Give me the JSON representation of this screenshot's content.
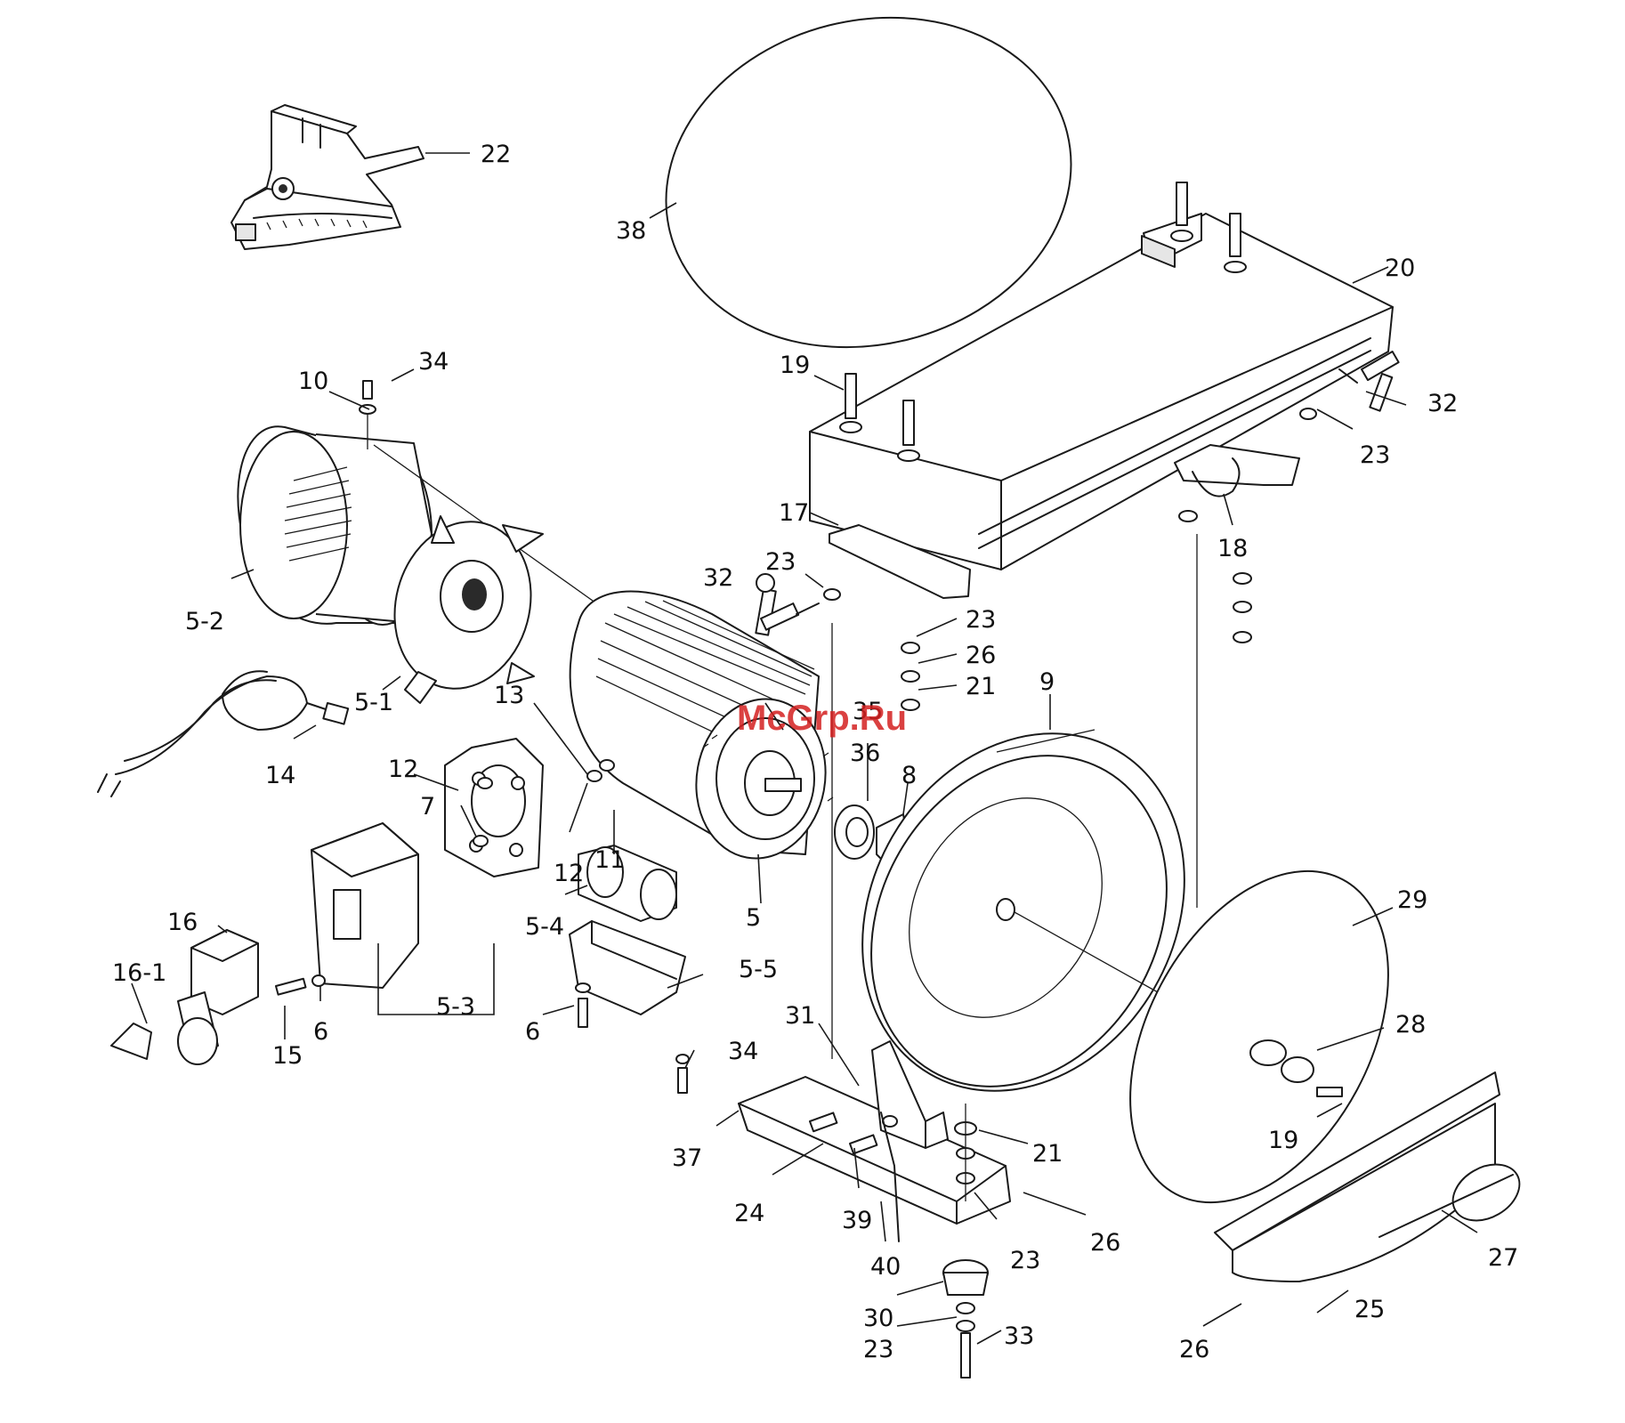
{
  "watermark": "McGrp.Ru",
  "callouts": [
    {
      "id": "22",
      "label": "22"
    },
    {
      "id": "38",
      "label": "38"
    },
    {
      "id": "20",
      "label": "20"
    },
    {
      "id": "34a",
      "label": "34"
    },
    {
      "id": "10",
      "label": "10"
    },
    {
      "id": "19a",
      "label": "19"
    },
    {
      "id": "32a",
      "label": "32"
    },
    {
      "id": "23a",
      "label": "23"
    },
    {
      "id": "17",
      "label": "17"
    },
    {
      "id": "18",
      "label": "18"
    },
    {
      "id": "32b",
      "label": "32"
    },
    {
      "id": "23b",
      "label": "23"
    },
    {
      "id": "5-2",
      "label": "5-2"
    },
    {
      "id": "23c",
      "label": "23"
    },
    {
      "id": "26a",
      "label": "26"
    },
    {
      "id": "21a",
      "label": "21"
    },
    {
      "id": "9",
      "label": "9"
    },
    {
      "id": "5-1",
      "label": "5-1"
    },
    {
      "id": "13",
      "label": "13"
    },
    {
      "id": "35",
      "label": "35"
    },
    {
      "id": "36",
      "label": "36"
    },
    {
      "id": "8",
      "label": "8"
    },
    {
      "id": "14",
      "label": "14"
    },
    {
      "id": "12a",
      "label": "12"
    },
    {
      "id": "7",
      "label": "7"
    },
    {
      "id": "12b",
      "label": "12"
    },
    {
      "id": "11",
      "label": "11"
    },
    {
      "id": "5",
      "label": "5"
    },
    {
      "id": "29",
      "label": "29"
    },
    {
      "id": "16",
      "label": "16"
    },
    {
      "id": "5-4",
      "label": "5-4"
    },
    {
      "id": "5-5",
      "label": "5-5"
    },
    {
      "id": "16-1",
      "label": "16-1"
    },
    {
      "id": "5-3",
      "label": "5-3"
    },
    {
      "id": "28",
      "label": "28"
    },
    {
      "id": "6a",
      "label": "6"
    },
    {
      "id": "15",
      "label": "15"
    },
    {
      "id": "6b",
      "label": "6"
    },
    {
      "id": "31",
      "label": "31"
    },
    {
      "id": "34b",
      "label": "34"
    },
    {
      "id": "19b",
      "label": "19"
    },
    {
      "id": "37",
      "label": "37"
    },
    {
      "id": "21b",
      "label": "21"
    },
    {
      "id": "24",
      "label": "24"
    },
    {
      "id": "39",
      "label": "39"
    },
    {
      "id": "26b",
      "label": "26"
    },
    {
      "id": "23d",
      "label": "23"
    },
    {
      "id": "27",
      "label": "27"
    },
    {
      "id": "40",
      "label": "40"
    },
    {
      "id": "30",
      "label": "30"
    },
    {
      "id": "25",
      "label": "25"
    },
    {
      "id": "23e",
      "label": "23"
    },
    {
      "id": "33",
      "label": "33"
    },
    {
      "id": "26c",
      "label": "26"
    }
  ]
}
